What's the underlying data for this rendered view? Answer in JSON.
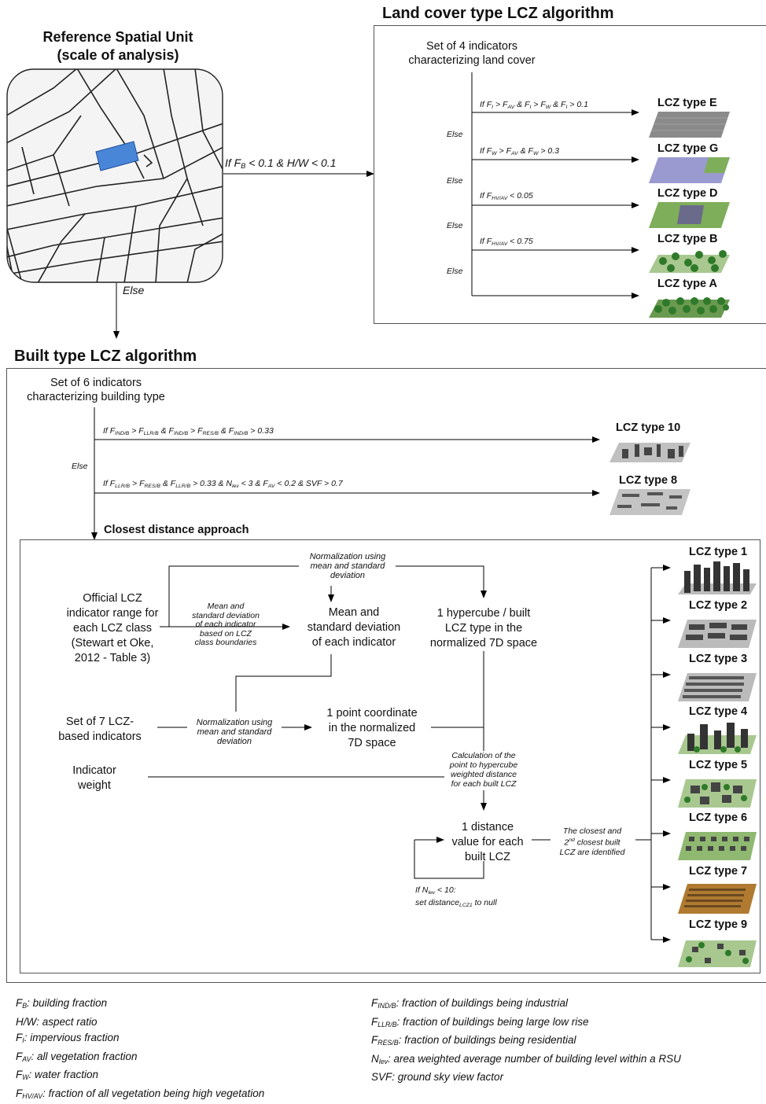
{
  "rsu": {
    "title_line1": "Reference Spatial Unit",
    "title_line2": "(scale of analysis)",
    "else": "Else"
  },
  "land_cover": {
    "title": "Land cover type LCZ algorithm",
    "intro_line1": "Set of 4 indicators",
    "intro_line2": "characterizing land cover",
    "entry_condition": "If F_B < 0.1 & H/W < 0.1",
    "else": "Else",
    "rules": [
      {
        "cond": "If F_I > F_AV & F_I > F_W & F_I > 0.1",
        "label": "LCZ type E"
      },
      {
        "cond": "If F_W > F_AV & F_W > 0.3",
        "label": "LCZ type G"
      },
      {
        "cond": "If F_HV/AV < 0.05",
        "label": "LCZ type D"
      },
      {
        "cond": "If F_HV/AV < 0.75",
        "label": "LCZ type B"
      },
      {
        "cond": "",
        "label": "LCZ type A"
      }
    ]
  },
  "built": {
    "title": "Built type LCZ algorithm",
    "intro_line1": "Set of 6 indicators",
    "intro_line2": "characterizing building type",
    "else": "Else",
    "rule1": "If F_IND/B > F_LLR/B & F_IND/B > F_RES/B & F_IND/B > 0.33",
    "rule1_label": "LCZ type 10",
    "rule2": "If F_LLR/B > F_RES/B & F_LLR/B > 0.33 & N_lev < 3 & F_AV < 0.2 & SVF > 0.7",
    "rule2_label": "LCZ type 8",
    "closest": "Closest distance approach"
  },
  "closest": {
    "official": [
      "Official LCZ",
      "indicator range for",
      "each LCZ class",
      "(Stewart et Oke,",
      "2012 - Table 3)"
    ],
    "norm_top": [
      "Normalization using",
      "mean and standard",
      "deviation"
    ],
    "mean_sd_note": [
      "Mean and",
      "standard deviation",
      "of each indicator",
      "based on LCZ",
      "class boundaries"
    ],
    "mean_sd": [
      "Mean and",
      "standard deviation",
      "of each indicator"
    ],
    "hypercube": [
      "1 hypercube / built",
      "LCZ type in the",
      "normalized 7D space"
    ],
    "set7": [
      "Set of 7 LCZ-",
      "based indicators"
    ],
    "norm_mid": [
      "Normalization using",
      "mean and standard",
      "deviation"
    ],
    "point": [
      "1 point coordinate",
      "in the normalized",
      "7D space"
    ],
    "weight": [
      "Indicator",
      "weight"
    ],
    "calc": [
      "Calculation of the",
      "point to hypercube",
      "weighted distance",
      "for each built LCZ"
    ],
    "distance": [
      "1 distance",
      "value for each",
      "built LCZ"
    ],
    "closest_note": [
      "The closest and",
      "2nd closest built",
      "LCZ are identified"
    ],
    "nlev1": "If N_lev < 10:",
    "nlev2": "set distance_LCZ1 to null",
    "types": [
      "LCZ type 1",
      "LCZ type 2",
      "LCZ type 3",
      "LCZ type 4",
      "LCZ type 5",
      "LCZ type 6",
      "LCZ type 7",
      "LCZ type 9"
    ]
  },
  "legend_left": [
    "F_B: building fraction",
    "H/W: aspect ratio",
    "F_I: impervious fraction",
    "F_AV: all vegetation fraction",
    "F_W: water fraction",
    "F_HV/AV: fraction of all vegetation being high vegetation"
  ],
  "legend_right": [
    "F_IND/B: fraction of buildings being industrial",
    "F_LLR/B: fraction of buildings being large low rise",
    "F_RES/B: fraction of buildings being residential",
    "N_lev: area weighted average number of building level within a RSU",
    "SVF: ground sky view factor"
  ],
  "colors": {
    "highlight_block": "#4a86d8",
    "impervious": "#8a8a8a",
    "water": "#9a9ad0",
    "grass": "#7fae5a",
    "tree": "#2f7a2a",
    "building": "#3a3a3a",
    "ground": "#c8c8c8",
    "soil": "#b07a30"
  }
}
